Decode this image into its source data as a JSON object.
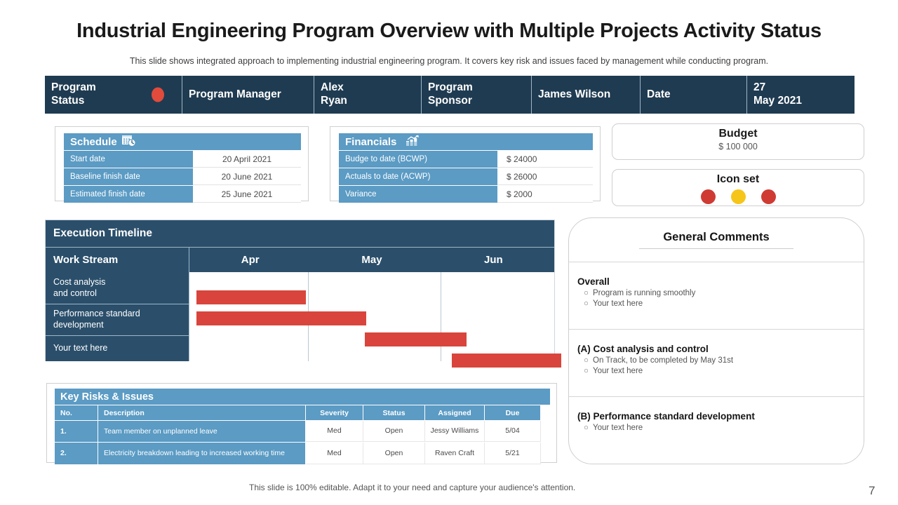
{
  "slide": {
    "title": "Industrial Engineering Program Overview with Multiple Projects  Activity Status",
    "subtitle": "This slide shows integrated approach to implementing industrial engineering program. It covers key risk and issues faced by management while conducting program.",
    "footer": "This slide is 100% editable. Adapt it to your need and capture your audience's attention.",
    "page_number": "7"
  },
  "header_bar": {
    "status_label_line1": "Program",
    "status_label_line2": "Status",
    "status_color": "#e04b3c",
    "cells": [
      {
        "label": "Program Manager"
      },
      {
        "label_line1": "Alex",
        "label_line2": "Ryan"
      },
      {
        "label_line1": "Program",
        "label_line2": "Sponsor"
      },
      {
        "label": "James Wilson"
      },
      {
        "label": "Date"
      },
      {
        "label_line1": "27",
        "label_line2": "May 2021"
      }
    ]
  },
  "schedule": {
    "title": "Schedule",
    "icon": "calendar-clock-icon",
    "rows": [
      {
        "key": "Start date",
        "value": "20 April 2021"
      },
      {
        "key": "Baseline finish date",
        "value": "20 June  2021"
      },
      {
        "key": "Estimated finish date",
        "value": "25 June  2021"
      }
    ]
  },
  "financials": {
    "title": "Financials",
    "icon": "bar-chart-growth-icon",
    "rows": [
      {
        "key": "Budge to date (BCWP)",
        "value": "$  24000"
      },
      {
        "key": "Actuals to date (ACWP)",
        "value": "$  26000"
      },
      {
        "key": "Variance",
        "value": "$  2000"
      }
    ]
  },
  "budget": {
    "title": "Budget",
    "value": "$ 100 000"
  },
  "icon_set": {
    "title": "Icon set",
    "dots": [
      "#cf3b33",
      "#f5c51a",
      "#cf3b33"
    ]
  },
  "timeline": {
    "title": "Execution Timeline",
    "col_header": "Work Stream",
    "months": [
      "Apr",
      "May",
      "Jun"
    ],
    "bar_color": "#d9453c",
    "rows": [
      {
        "label_line1": "Cost analysis",
        "label_line2": "and control"
      },
      {
        "label_line1": "Performance standard",
        "label_line2": "development"
      },
      {
        "label_line1": "Your text here",
        "label_line2": ""
      }
    ]
  },
  "chart_data": {
    "type": "bar",
    "title": "Execution Timeline",
    "xlabel": "",
    "ylabel": "Work Stream",
    "categories": [
      "Apr",
      "May",
      "Jun"
    ],
    "bars": [
      {
        "row": 0,
        "label": "Cost analysis and control",
        "start_pct": 2.0,
        "end_pct": 32.0
      },
      {
        "row": 1,
        "label": "Performance standard development",
        "start_pct": 2.0,
        "end_pct": 48.5
      },
      {
        "row": 1,
        "label": "Performance standard development (phase 2)",
        "start_pct": 48.0,
        "end_pct": 76.0
      },
      {
        "row": 2,
        "label": "Your text here",
        "start_pct": 72.0,
        "end_pct": 102.0
      }
    ]
  },
  "risks": {
    "title": "Key Risks & Issues",
    "columns": [
      "No.",
      "Description",
      "Severity",
      "Status",
      "Assigned",
      "Due"
    ],
    "rows": [
      {
        "no": "1.",
        "description": "Team member on unplanned leave",
        "severity": "Med",
        "status": "Open",
        "assigned": "Jessy Williams",
        "due": "5/04"
      },
      {
        "no": "2.",
        "description": "Electricity breakdown leading to increased working time",
        "severity": "Med",
        "status": "Open",
        "assigned": "Raven Craft",
        "due": "5/21"
      }
    ]
  },
  "comments": {
    "title": "General Comments",
    "sections": [
      {
        "heading": "Overall",
        "items": [
          "Program  is running  smoothly",
          "Your text here"
        ]
      },
      {
        "heading": "(A) Cost analysis and control",
        "items": [
          "On Track, to be completed by May 31st",
          "Your text here"
        ]
      },
      {
        "heading": "(B) Performance standard development",
        "items": [
          "Your text here"
        ]
      }
    ]
  }
}
